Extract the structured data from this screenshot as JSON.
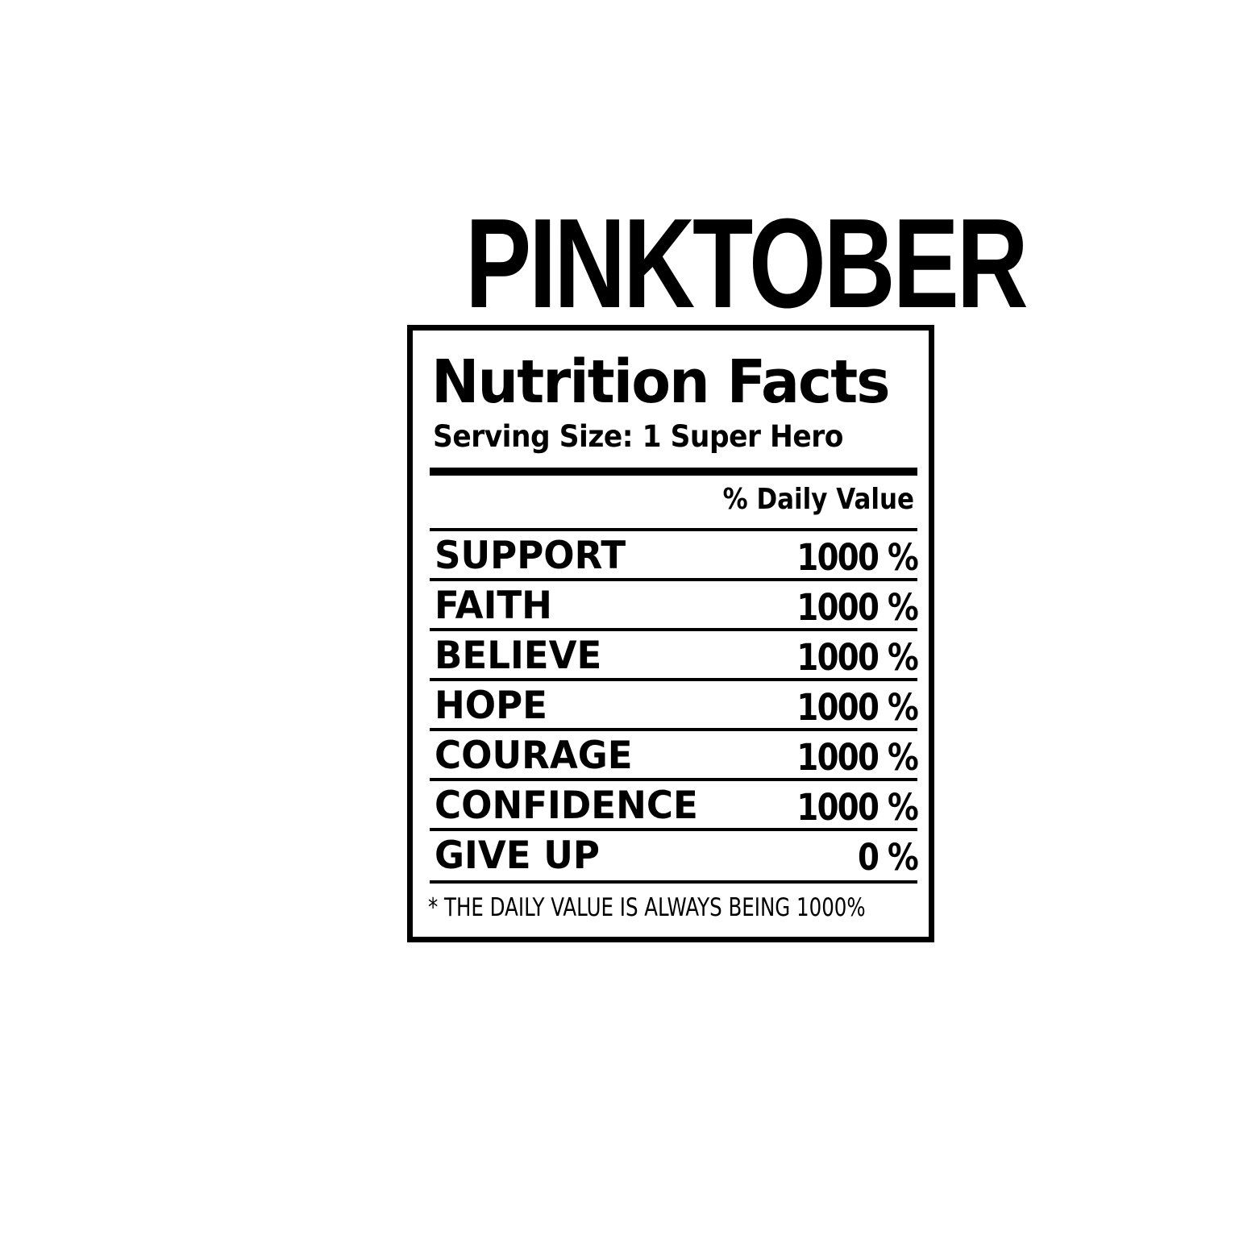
{
  "headline": "PINKTOBER",
  "label": {
    "title": "Nutrition Facts",
    "serving": "Serving Size: 1 Super Hero",
    "daily_value_header": "% Daily Value",
    "rows": [
      {
        "name": "SUPPORT",
        "value": "1000 %"
      },
      {
        "name": "FAITH",
        "value": "1000 %"
      },
      {
        "name": "BELIEVE",
        "value": "1000 %"
      },
      {
        "name": "HOPE",
        "value": "1000 %"
      },
      {
        "name": "COURAGE",
        "value": "1000 %"
      },
      {
        "name": "CONFIDENCE",
        "value": "1000 %"
      },
      {
        "name": "GIVE UP",
        "value": "0 %"
      }
    ],
    "footnote": "* THE DAILY VALUE IS ALWAYS BEING 1000%"
  },
  "colors": {
    "ink": "#000000",
    "background": "#ffffff"
  }
}
